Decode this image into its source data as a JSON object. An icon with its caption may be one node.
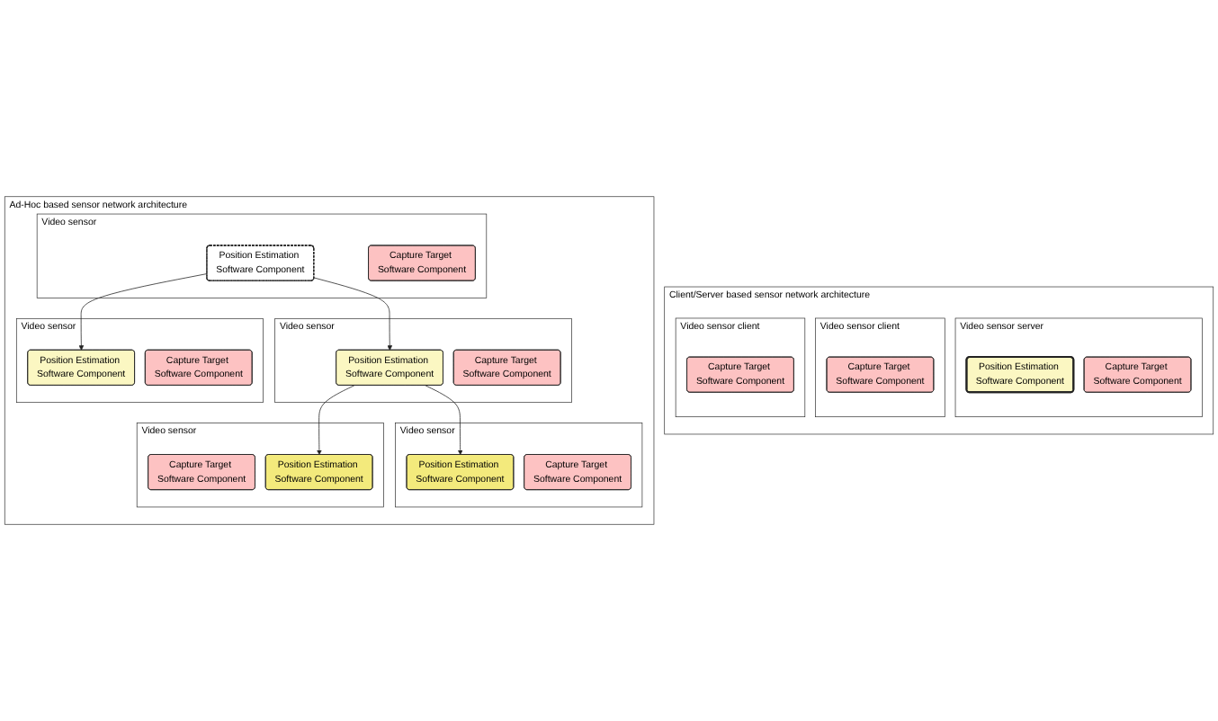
{
  "diagram": {
    "nodes": [
      {
        "text": [
          "Client/Server based sensor network architecture"
        ]
      },
      {
        "text": [
          "Video sensor server"
        ],
        "in": 0
      },
      {
        "text": [
          "Position Estimation Software Component"
        ],
        "in": 1
      },
      {
        "text": [
          "Capture Target Software Component"
        ],
        "in": 1
      },
      {
        "text": [
          "Video sensor client"
        ],
        "in": 0
      },
      {
        "text": [
          "Capture Target Software Component"
        ],
        "in": 4
      },
      {
        "text": [
          "Video sensor client"
        ],
        "in": 0
      },
      {
        "text": [
          "Capture Target Software Component"
        ],
        "in": 6
      },
      {
        "text": [
          "Ad-Hoc based sensor network architecture"
        ]
      },
      {
        "text": [
          "Video sensor"
        ],
        "in": 8
      },
      {
        "text": [
          "Position Estimation Software Component"
        ],
        "in": 9
      },
      {
        "text": [
          "Capture Target Software Component"
        ],
        "in": 9
      },
      {
        "text": [
          "Video sensor"
        ],
        "in": 8
      },
      {
        "text": [
          "Position Estimation Software Component"
        ],
        "in": 12
      },
      {
        "text": [
          "Capture Target Software Component"
        ],
        "in": 12
      },
      {
        "text": [
          "Video sensor"
        ],
        "in": 8
      },
      {
        "text": [
          "Position Estimation Software Component"
        ],
        "in": 15
      },
      {
        "text": [
          "Capture Target Software Component"
        ],
        "in": 15
      },
      {
        "text": [
          "Video sensor"
        ],
        "in": 8
      },
      {
        "text": [
          "Position Estimation Software Component"
        ],
        "in": 18
      },
      {
        "text": [
          "Capture Target Software Component"
        ],
        "in": 18
      },
      {
        "text": [
          "Video sensor"
        ],
        "in": 8
      },
      {
        "text": [
          "Position Estimation Software Component"
        ],
        "in": 21
      },
      {
        "text": [
          "Capture Target Software Component"
        ],
        "in": 21
      }
    ],
    "edges": [
      {
        "from": 10,
        "to": 13,
        "arrow": "to"
      },
      {
        "from": 10,
        "to": 16,
        "arrow": "to"
      },
      {
        "from": 16,
        "to": 19,
        "arrow": "to"
      },
      {
        "from": 16,
        "to": 22,
        "arrow": "to"
      }
    ]
  }
}
